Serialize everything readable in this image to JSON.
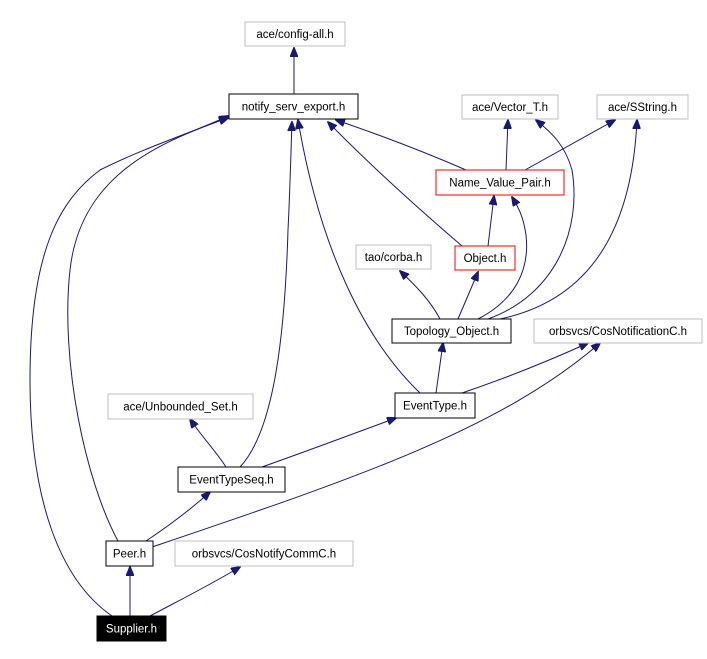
{
  "diagram": {
    "colors": {
      "edge": "#191970",
      "box_external": "#bfbfbf",
      "box_normal": "#000000",
      "box_highlight": "#ff0000",
      "box_root_fill": "#000000",
      "box_root_text": "#ffffff"
    },
    "nodes": {
      "config_all": {
        "label": "ace/config-all.h",
        "style": "external"
      },
      "notify_serv_export": {
        "label": "notify_serv_export.h",
        "style": "normal"
      },
      "vector_t": {
        "label": "ace/Vector_T.h",
        "style": "external"
      },
      "sstring": {
        "label": "ace/SString.h",
        "style": "external"
      },
      "name_value_pair": {
        "label": "Name_Value_Pair.h",
        "style": "highlight"
      },
      "tao_corba": {
        "label": "tao/corba.h",
        "style": "external"
      },
      "object": {
        "label": "Object.h",
        "style": "highlight"
      },
      "topology_object": {
        "label": "Topology_Object.h",
        "style": "normal"
      },
      "cos_notification": {
        "label": "orbsvcs/CosNotificationC.h",
        "style": "external"
      },
      "unbounded_set": {
        "label": "ace/Unbounded_Set.h",
        "style": "external"
      },
      "event_type": {
        "label": "EventType.h",
        "style": "normal"
      },
      "event_type_seq": {
        "label": "EventTypeSeq.h",
        "style": "normal"
      },
      "peer": {
        "label": "Peer.h",
        "style": "normal"
      },
      "cos_notify_comm": {
        "label": "orbsvcs/CosNotifyCommC.h",
        "style": "external"
      },
      "supplier": {
        "label": "Supplier.h",
        "style": "root"
      }
    },
    "edges": [
      {
        "from": "notify_serv_export",
        "to": "config_all"
      },
      {
        "from": "name_value_pair",
        "to": "notify_serv_export"
      },
      {
        "from": "name_value_pair",
        "to": "vector_t"
      },
      {
        "from": "name_value_pair",
        "to": "sstring"
      },
      {
        "from": "object",
        "to": "notify_serv_export"
      },
      {
        "from": "object",
        "to": "name_value_pair"
      },
      {
        "from": "topology_object",
        "to": "tao_corba"
      },
      {
        "from": "topology_object",
        "to": "object"
      },
      {
        "from": "topology_object",
        "to": "name_value_pair"
      },
      {
        "from": "topology_object",
        "to": "vector_t"
      },
      {
        "from": "topology_object",
        "to": "sstring"
      },
      {
        "from": "event_type",
        "to": "notify_serv_export"
      },
      {
        "from": "event_type",
        "to": "topology_object"
      },
      {
        "from": "event_type",
        "to": "cos_notification"
      },
      {
        "from": "event_type_seq",
        "to": "unbounded_set"
      },
      {
        "from": "event_type_seq",
        "to": "event_type"
      },
      {
        "from": "event_type_seq",
        "to": "notify_serv_export"
      },
      {
        "from": "peer",
        "to": "notify_serv_export"
      },
      {
        "from": "peer",
        "to": "event_type_seq"
      },
      {
        "from": "peer",
        "to": "cos_notification"
      },
      {
        "from": "supplier",
        "to": "peer"
      },
      {
        "from": "supplier",
        "to": "cos_notify_comm"
      },
      {
        "from": "supplier",
        "to": "notify_serv_export"
      }
    ]
  }
}
